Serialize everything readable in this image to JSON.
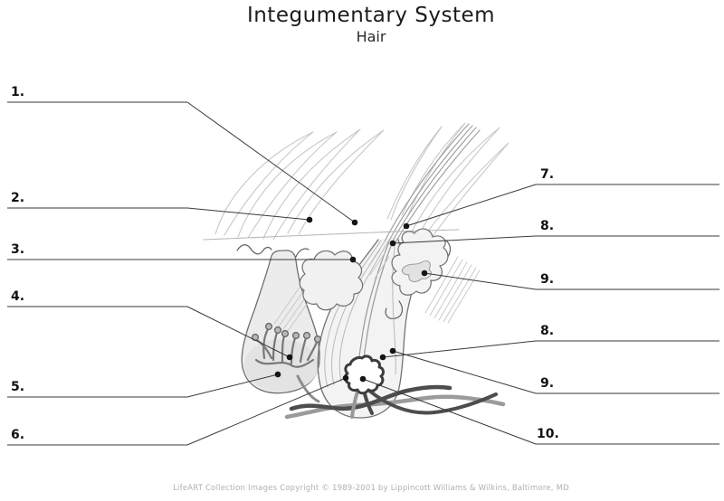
{
  "header": {
    "title": "Integumentary System",
    "subtitle": "Hair"
  },
  "labels": {
    "left": [
      "1.",
      "2.",
      "3.",
      "4.",
      "5.",
      "6."
    ],
    "right": [
      "7.",
      "8.",
      "9.",
      "8.",
      "9.",
      "10."
    ]
  },
  "footer": {
    "copyright": "LifeART Collection Images Copyright © 1989-2001 by Lippincott Williams & Wilkins, Baltimore, MD"
  },
  "colors": {
    "leader_line": "#3a3a3a",
    "label_text": "#111111",
    "hair_stroke": "#c8c8c8",
    "follicle_outline": "#6f6f6f",
    "vessel_dark": "#4d4d4d",
    "vessel_light": "#9b9b9b",
    "papilla_ring": "#3d3d3d",
    "copyright_text": "#b0b0b0"
  }
}
